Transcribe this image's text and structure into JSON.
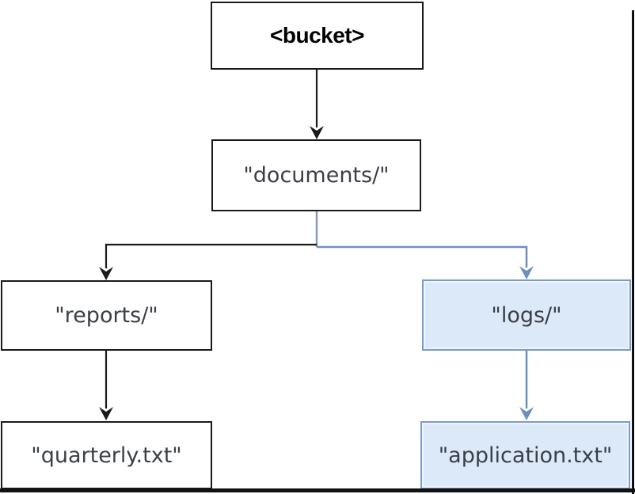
{
  "diagram": {
    "nodes": {
      "bucket": {
        "label": "<bucket>",
        "highlighted": false
      },
      "documents": {
        "label": "\"documents/\"",
        "highlighted": false
      },
      "reports": {
        "label": "\"reports/\"",
        "highlighted": false
      },
      "logs": {
        "label": "\"logs/\"",
        "highlighted": true
      },
      "quarterly": {
        "label": "\"quarterly.txt\"",
        "highlighted": false
      },
      "application": {
        "label": "\"application.txt\"",
        "highlighted": true
      }
    },
    "edges": [
      {
        "from": "bucket",
        "to": "documents",
        "style": "black"
      },
      {
        "from": "documents",
        "to": "reports",
        "style": "black"
      },
      {
        "from": "documents",
        "to": "logs",
        "style": "blue-highlight"
      },
      {
        "from": "reports",
        "to": "quarterly",
        "style": "black"
      },
      {
        "from": "logs",
        "to": "application",
        "style": "blue-highlight"
      }
    ],
    "colors": {
      "default_connector": "#1a1a1a",
      "highlight_connector": "#6b8fc1",
      "stem_connector": "#8399bb",
      "highlight_fill": "#dce9f8",
      "highlight_border": "#7b9cc8",
      "node_fill": "#ffffff",
      "node_border": "#1a1a1a",
      "text_dark": "#3b3f47",
      "page_border": "#111111"
    }
  }
}
